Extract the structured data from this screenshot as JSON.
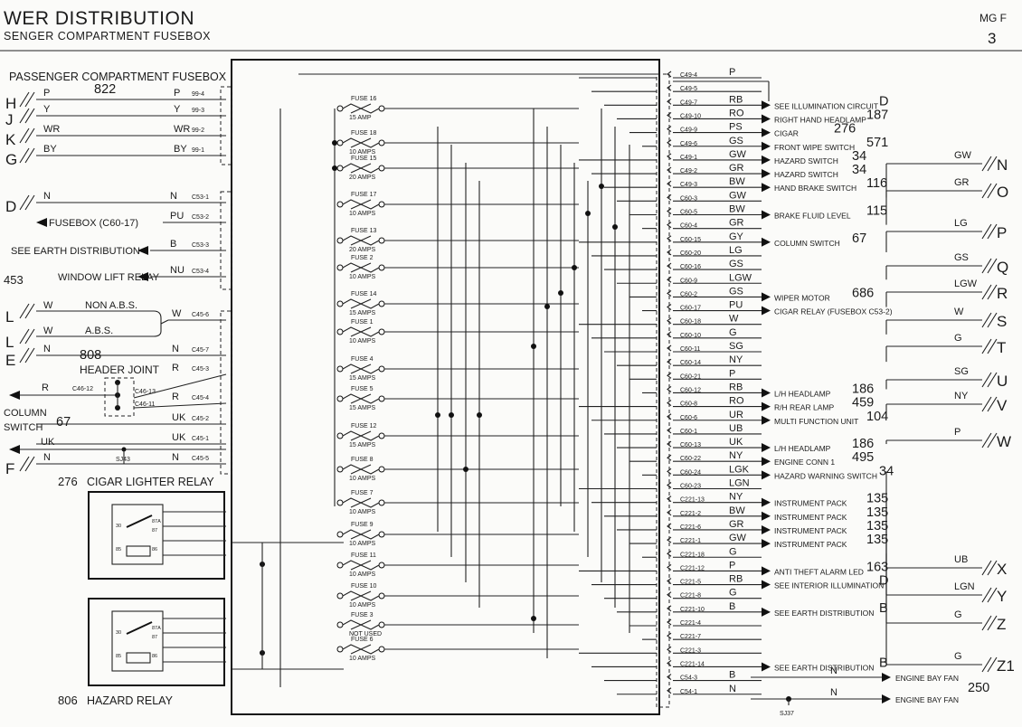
{
  "header": {
    "title": "WER DISTRIBUTION",
    "subtitle": "SENGER COMPARTMENT FUSEBOX",
    "model": "MG F",
    "page": "3"
  },
  "left_panel": {
    "fusebox_title": "PASSENGER COMPARTMENT FUSEBOX",
    "fusebox_number": "822",
    "inputs": [
      {
        "conn": "H",
        "color": "P",
        "color_right": "P",
        "pin": "99-4"
      },
      {
        "conn": "J",
        "color": "Y",
        "color_right": "Y",
        "pin": "99-3"
      },
      {
        "conn": "K",
        "color": "WR",
        "color_right": "WR",
        "pin": "99-2"
      },
      {
        "conn": "G",
        "color": "BY",
        "color_right": "BY",
        "pin": "99-1"
      }
    ],
    "c53": [
      {
        "label": "",
        "color": "N",
        "pin": "C53-1"
      },
      {
        "label": "FUSEBOX (C60-17)",
        "color": "PU",
        "pin": "C53-2"
      },
      {
        "label": "SEE EARTH DISTRIBUTION",
        "color": "B",
        "pin": "C53-3"
      },
      {
        "label": "WINDOW LIFT RELAY",
        "color": "NU",
        "pin": "C53-4",
        "ref": "453"
      }
    ],
    "d_conn": {
      "conn": "D",
      "color": "N"
    },
    "c45": [
      {
        "color": "W",
        "pin": "C45-6"
      },
      {
        "color": "N",
        "pin": "C45-7"
      },
      {
        "color": "R",
        "pin": "C45-3"
      },
      {
        "color": "R",
        "pin": "C45-4"
      },
      {
        "color": "UK",
        "pin": "C45-2"
      },
      {
        "color": "UK",
        "pin": "C45-1"
      },
      {
        "color": "N",
        "pin": "C45-5"
      }
    ],
    "abs": [
      {
        "conn": "L",
        "color": "W",
        "text": "NON A.B.S."
      },
      {
        "conn": "L",
        "color": "W",
        "text": "A.B.S."
      }
    ],
    "e_conn": {
      "conn": "E",
      "color": "N",
      "ref": "808"
    },
    "header_joint": {
      "label": "HEADER JOINT",
      "pins": [
        "C46-13",
        "C46-11"
      ],
      "out_pin": "C46-12",
      "out_color": "R"
    },
    "column_switch": {
      "line1": "COLUMN",
      "line2": "SWITCH",
      "ref": "67"
    },
    "uk_line": {
      "color": "UK",
      "splice": "SJ43"
    },
    "f_conn": {
      "conn": "F",
      "color": "N"
    },
    "cigar_relay": {
      "ref": "276",
      "label": "CIGAR LIGHTER RELAY"
    },
    "hazard_relay": {
      "ref": "806",
      "label": "HAZARD RELAY"
    },
    "relay_pins": [
      "30",
      "87A",
      "87",
      "85",
      "86"
    ]
  },
  "fuses": [
    {
      "name": "FUSE 16",
      "rating": "15 AMP"
    },
    {
      "name": "FUSE 18",
      "rating": "10 AMPS"
    },
    {
      "name": "FUSE 15",
      "rating": "20 AMPS"
    },
    {
      "name": "FUSE 17",
      "rating": "10 AMPS"
    },
    {
      "name": "FUSE 13",
      "rating": "20 AMPS"
    },
    {
      "name": "FUSE 2",
      "rating": "10 AMPS"
    },
    {
      "name": "FUSE 14",
      "rating": "15 AMPS"
    },
    {
      "name": "FUSE 1",
      "rating": "10 AMPS"
    },
    {
      "name": "FUSE 4",
      "rating": "15 AMPS"
    },
    {
      "name": "FUSE 5",
      "rating": "15 AMPS"
    },
    {
      "name": "FUSE 12",
      "rating": "15 AMPS"
    },
    {
      "name": "FUSE 8",
      "rating": "10 AMPS"
    },
    {
      "name": "FUSE 7",
      "rating": "10 AMPS"
    },
    {
      "name": "FUSE 9",
      "rating": "10 AMPS"
    },
    {
      "name": "FUSE 11",
      "rating": "10 AMPS"
    },
    {
      "name": "FUSE 10",
      "rating": "10 AMPS"
    },
    {
      "name": "FUSE 3",
      "rating": "NOT USED"
    },
    {
      "name": "FUSE 6",
      "rating": "10 AMPS"
    }
  ],
  "right_pins": [
    {
      "pin": "C49-4",
      "color": "P",
      "dest": "",
      "ref": ""
    },
    {
      "pin": "C49-5",
      "color": "",
      "dest": "",
      "ref": ""
    },
    {
      "pin": "C49-7",
      "color": "RB",
      "dest": "SEE ILLUMINATION CIRCUIT",
      "ref": "D"
    },
    {
      "pin": "C49-10",
      "color": "RO",
      "dest": "RIGHT HAND HEADLAMP",
      "ref": "187"
    },
    {
      "pin": "C49-9",
      "color": "PS",
      "dest": "CIGAR",
      "ref": "276"
    },
    {
      "pin": "C49-6",
      "color": "GS",
      "dest": "FRONT WIPE SWITCH",
      "ref": "571"
    },
    {
      "pin": "C49-1",
      "color": "GW",
      "dest": "HAZARD SWITCH",
      "ref": "34"
    },
    {
      "pin": "C49-2",
      "color": "GR",
      "dest": "HAZARD SWITCH",
      "ref": "34"
    },
    {
      "pin": "C49-3",
      "color": "BW",
      "dest": "HAND BRAKE SWITCH",
      "ref": "116"
    },
    {
      "pin": "C60-3",
      "color": "GW",
      "dest": "",
      "ref": ""
    },
    {
      "pin": "C60-5",
      "color": "BW",
      "dest": "BRAKE FLUID LEVEL",
      "ref": "115"
    },
    {
      "pin": "C60-4",
      "color": "GR",
      "dest": "",
      "ref": ""
    },
    {
      "pin": "C60-15",
      "color": "GY",
      "dest": "COLUMN SWITCH",
      "ref": "67"
    },
    {
      "pin": "C60-20",
      "color": "LG",
      "dest": "",
      "ref": ""
    },
    {
      "pin": "C60-16",
      "color": "GS",
      "dest": "",
      "ref": ""
    },
    {
      "pin": "C60-9",
      "color": "LGW",
      "dest": "",
      "ref": ""
    },
    {
      "pin": "C60-2",
      "color": "GS",
      "dest": "WIPER MOTOR",
      "ref": "686"
    },
    {
      "pin": "C60-17",
      "color": "PU",
      "dest": "CIGAR RELAY (FUSEBOX C53-2)",
      "ref": ""
    },
    {
      "pin": "C60-18",
      "color": "W",
      "dest": "",
      "ref": ""
    },
    {
      "pin": "C60-10",
      "color": "G",
      "dest": "",
      "ref": ""
    },
    {
      "pin": "C60-11",
      "color": "SG",
      "dest": "",
      "ref": ""
    },
    {
      "pin": "C60-14",
      "color": "NY",
      "dest": "",
      "ref": ""
    },
    {
      "pin": "C60-21",
      "color": "P",
      "dest": "",
      "ref": ""
    },
    {
      "pin": "C60-12",
      "color": "RB",
      "dest": "L/H HEADLAMP",
      "ref": "186"
    },
    {
      "pin": "C60-8",
      "color": "RO",
      "dest": "R/H REAR LAMP",
      "ref": "459"
    },
    {
      "pin": "C60-6",
      "color": "UR",
      "dest": "MULTI FUNCTION UNIT",
      "ref": "104"
    },
    {
      "pin": "C60-1",
      "color": "UB",
      "dest": "",
      "ref": ""
    },
    {
      "pin": "C60-13",
      "color": "UK",
      "dest": "L/H HEADLAMP",
      "ref": "186"
    },
    {
      "pin": "C60-22",
      "color": "NY",
      "dest": "ENGINE CONN 1",
      "ref": "495"
    },
    {
      "pin": "C60-24",
      "color": "LGK",
      "dest": "HAZARD WARNING SWITCH",
      "ref": "34"
    },
    {
      "pin": "C60-23",
      "color": "LGN",
      "dest": "",
      "ref": ""
    },
    {
      "pin": "C221-13",
      "color": "NY",
      "dest": "INSTRUMENT PACK",
      "ref": "135"
    },
    {
      "pin": "C221-2",
      "color": "BW",
      "dest": "INSTRUMENT PACK",
      "ref": "135"
    },
    {
      "pin": "C221-6",
      "color": "GR",
      "dest": "INSTRUMENT PACK",
      "ref": "135"
    },
    {
      "pin": "C221-1",
      "color": "GW",
      "dest": "INSTRUMENT PACK",
      "ref": "135"
    },
    {
      "pin": "C221-18",
      "color": "G",
      "dest": "",
      "ref": ""
    },
    {
      "pin": "C221-12",
      "color": "P",
      "dest": "ANTI THEFT ALARM LED",
      "ref": "163"
    },
    {
      "pin": "C221-5",
      "color": "RB",
      "dest": "SEE INTERIOR ILLUMINATION",
      "ref": "D"
    },
    {
      "pin": "C221-8",
      "color": "G",
      "dest": "",
      "ref": ""
    },
    {
      "pin": "C221-10",
      "color": "B",
      "dest": "SEE EARTH DISTRIBUTION",
      "ref": "B"
    },
    {
      "pin": "C221-4",
      "color": "",
      "dest": "",
      "ref": ""
    },
    {
      "pin": "C221-7",
      "color": "",
      "dest": "",
      "ref": ""
    },
    {
      "pin": "C221-3",
      "color": "",
      "dest": "",
      "ref": ""
    },
    {
      "pin": "C221-14",
      "color": "",
      "dest": "SEE EARTH DISTRIBUTION",
      "ref": "B"
    },
    {
      "pin": "C54-3",
      "color": "B",
      "dest": "",
      "ref": ""
    },
    {
      "pin": "C54-1",
      "color": "N",
      "dest": "",
      "ref": ""
    }
  ],
  "far_right": [
    {
      "color": "GW",
      "conn": "N"
    },
    {
      "color": "GR",
      "conn": "O"
    },
    {
      "color": "LG",
      "conn": "P"
    },
    {
      "color": "GS",
      "conn": "Q"
    },
    {
      "color": "LGW",
      "conn": "R"
    },
    {
      "color": "W",
      "conn": "S"
    },
    {
      "color": "G",
      "conn": "T"
    },
    {
      "color": "SG",
      "conn": "U"
    },
    {
      "color": "NY",
      "conn": "V"
    },
    {
      "color": "P",
      "conn": "W"
    },
    {
      "color": "UB",
      "conn": "X"
    },
    {
      "color": "LGN",
      "conn": "Y"
    },
    {
      "color": "G",
      "conn": "Z"
    },
    {
      "color": "G",
      "conn": "Z1"
    }
  ],
  "fans": [
    {
      "color": "N",
      "label": "ENGINE BAY FAN"
    },
    {
      "color": "N",
      "label": "ENGINE BAY FAN"
    }
  ],
  "fan_ref": "250",
  "fan_splice": "SJ37"
}
